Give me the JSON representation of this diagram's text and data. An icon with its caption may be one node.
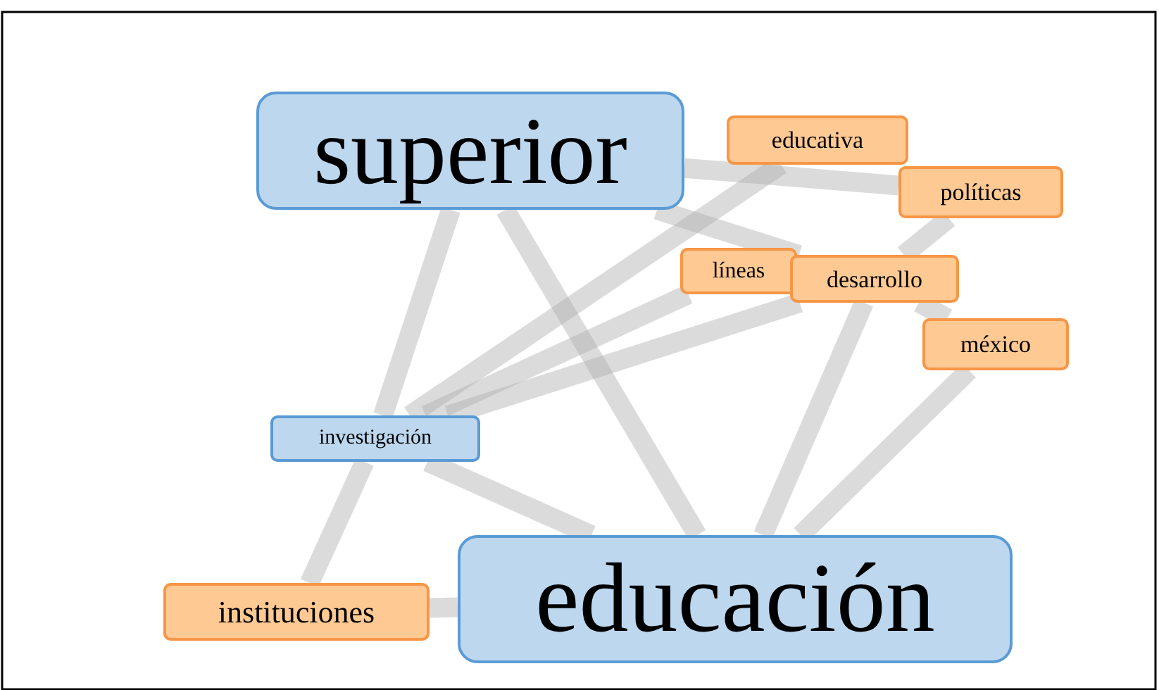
{
  "diagram": {
    "nodes": [
      {
        "text": [
          "superior"
        ]
      },
      {
        "text": [
          "educativa"
        ]
      },
      {
        "text": [
          "políticas"
        ]
      },
      {
        "text": [
          "líneas"
        ]
      },
      {
        "text": [
          "desarrollo"
        ]
      },
      {
        "text": [
          "méxico"
        ]
      },
      {
        "text": [
          "investigación"
        ]
      },
      {
        "text": [
          "instituciones"
        ]
      },
      {
        "text": [
          "educación"
        ]
      }
    ],
    "edges": [
      {
        "from": 0,
        "to": 6,
        "arrow": "none"
      },
      {
        "from": 6,
        "to": 7,
        "arrow": "none"
      },
      {
        "from": 0,
        "to": 8,
        "arrow": "none"
      },
      {
        "from": 0,
        "to": 2,
        "arrow": "none"
      },
      {
        "from": 0,
        "to": 4,
        "arrow": "none"
      },
      {
        "from": 4,
        "to": 5,
        "arrow": "none"
      },
      {
        "from": 6,
        "to": 1,
        "arrow": "none"
      },
      {
        "from": 6,
        "to": 3,
        "arrow": "none"
      },
      {
        "from": 6,
        "to": 4,
        "arrow": "none"
      },
      {
        "from": 6,
        "to": 8,
        "arrow": "none"
      },
      {
        "from": 7,
        "to": 8,
        "arrow": "none"
      },
      {
        "from": 4,
        "to": 2,
        "arrow": "none"
      },
      {
        "from": 8,
        "to": 4,
        "arrow": "none"
      },
      {
        "from": 8,
        "to": 5,
        "arrow": "none"
      }
    ]
  }
}
